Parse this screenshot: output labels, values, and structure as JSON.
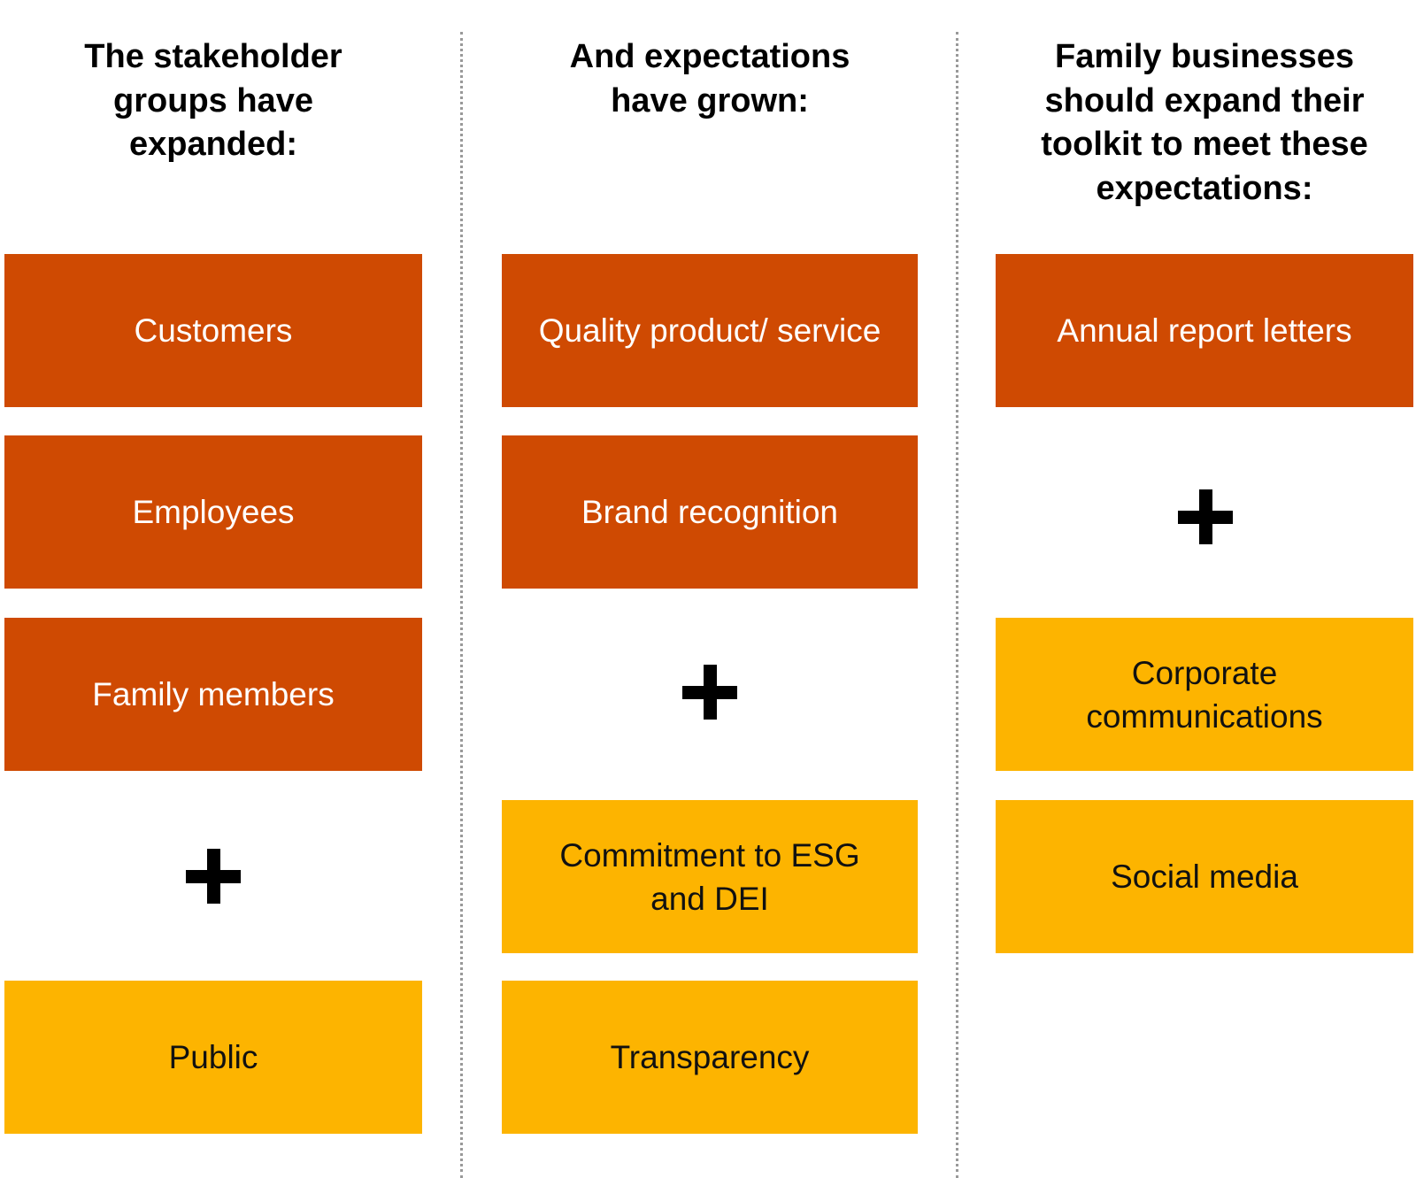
{
  "colors": {
    "dark": "#cf4a02",
    "light": "#fdb400"
  },
  "columns": [
    {
      "header": [
        "The stakeholder",
        "groups have",
        "expanded:"
      ],
      "existing": [
        "Customers",
        "Employees",
        "Family members"
      ],
      "added": [
        "Public"
      ]
    },
    {
      "header": [
        "And expectations",
        "have grown:"
      ],
      "existing": [
        "Quality product/ service",
        "Brand recognition"
      ],
      "added": [
        "Commitment to ESG and DEI",
        "Transparency"
      ]
    },
    {
      "header": [
        "Family businesses",
        "should expand their",
        "toolkit to meet these",
        "expectations:"
      ],
      "existing": [
        "Annual report letters"
      ],
      "added": [
        "Corporate communications",
        "Social media"
      ]
    }
  ]
}
